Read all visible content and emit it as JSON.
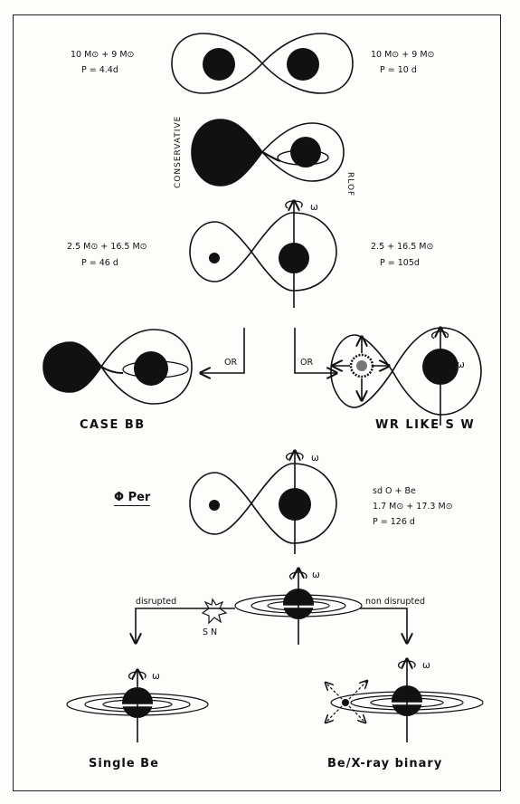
{
  "stage1": {
    "left_mass": "10 M⊙ + 9 M⊙",
    "left_period": "P = 4.4d",
    "right_mass": "10 M⊙ + 9 M⊙",
    "right_period": "P = 10 d"
  },
  "stage2": {
    "left_label": "CONSERVATIVE",
    "right_label": "RLOF"
  },
  "stage3": {
    "omega": "ω",
    "left_mass": "2.5 M⊙ + 16.5 M⊙",
    "left_period": "P = 46 d",
    "right_mass": "2.5 + 16.5 M⊙",
    "right_period": "P = 105d"
  },
  "branch": {
    "or_left": "OR",
    "or_right": "OR",
    "case_bb": "CASE BB",
    "wr_like": "WR LIKE  S W",
    "omega": "ω"
  },
  "stage4": {
    "system": "Φ Per",
    "omega": "ω",
    "type": "sd O + Be",
    "mass": "1.7 M⊙ + 17.3 M⊙",
    "period": "P = 126 d"
  },
  "stage5": {
    "omega": "ω",
    "disrupted": "disrupted",
    "non_disrupted": "non disrupted",
    "sn": "S N"
  },
  "outcomes": {
    "single_omega": "ω",
    "binary_omega": "ω",
    "single_be": "Single Be",
    "be_xray": "Be/X-ray binary"
  }
}
